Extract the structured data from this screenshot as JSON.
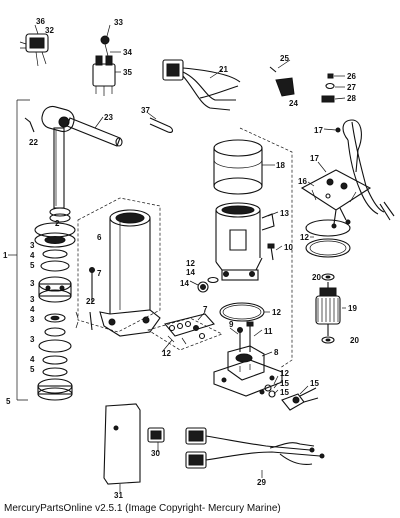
{
  "diagram": {
    "part_numbers": [
      "1",
      "2",
      "3",
      "4",
      "5",
      "6",
      "7",
      "8",
      "9",
      "10",
      "11",
      "12",
      "13",
      "14",
      "15",
      "16",
      "17",
      "18",
      "19",
      "20",
      "21",
      "22",
      "23",
      "24",
      "25",
      "26",
      "27",
      "28",
      "29",
      "30",
      "31",
      "32",
      "33",
      "34",
      "35",
      "36",
      "37"
    ]
  },
  "caption": "MercuryPartsOnline v2.5.1 (Image Copyright- Mercury Marine)"
}
